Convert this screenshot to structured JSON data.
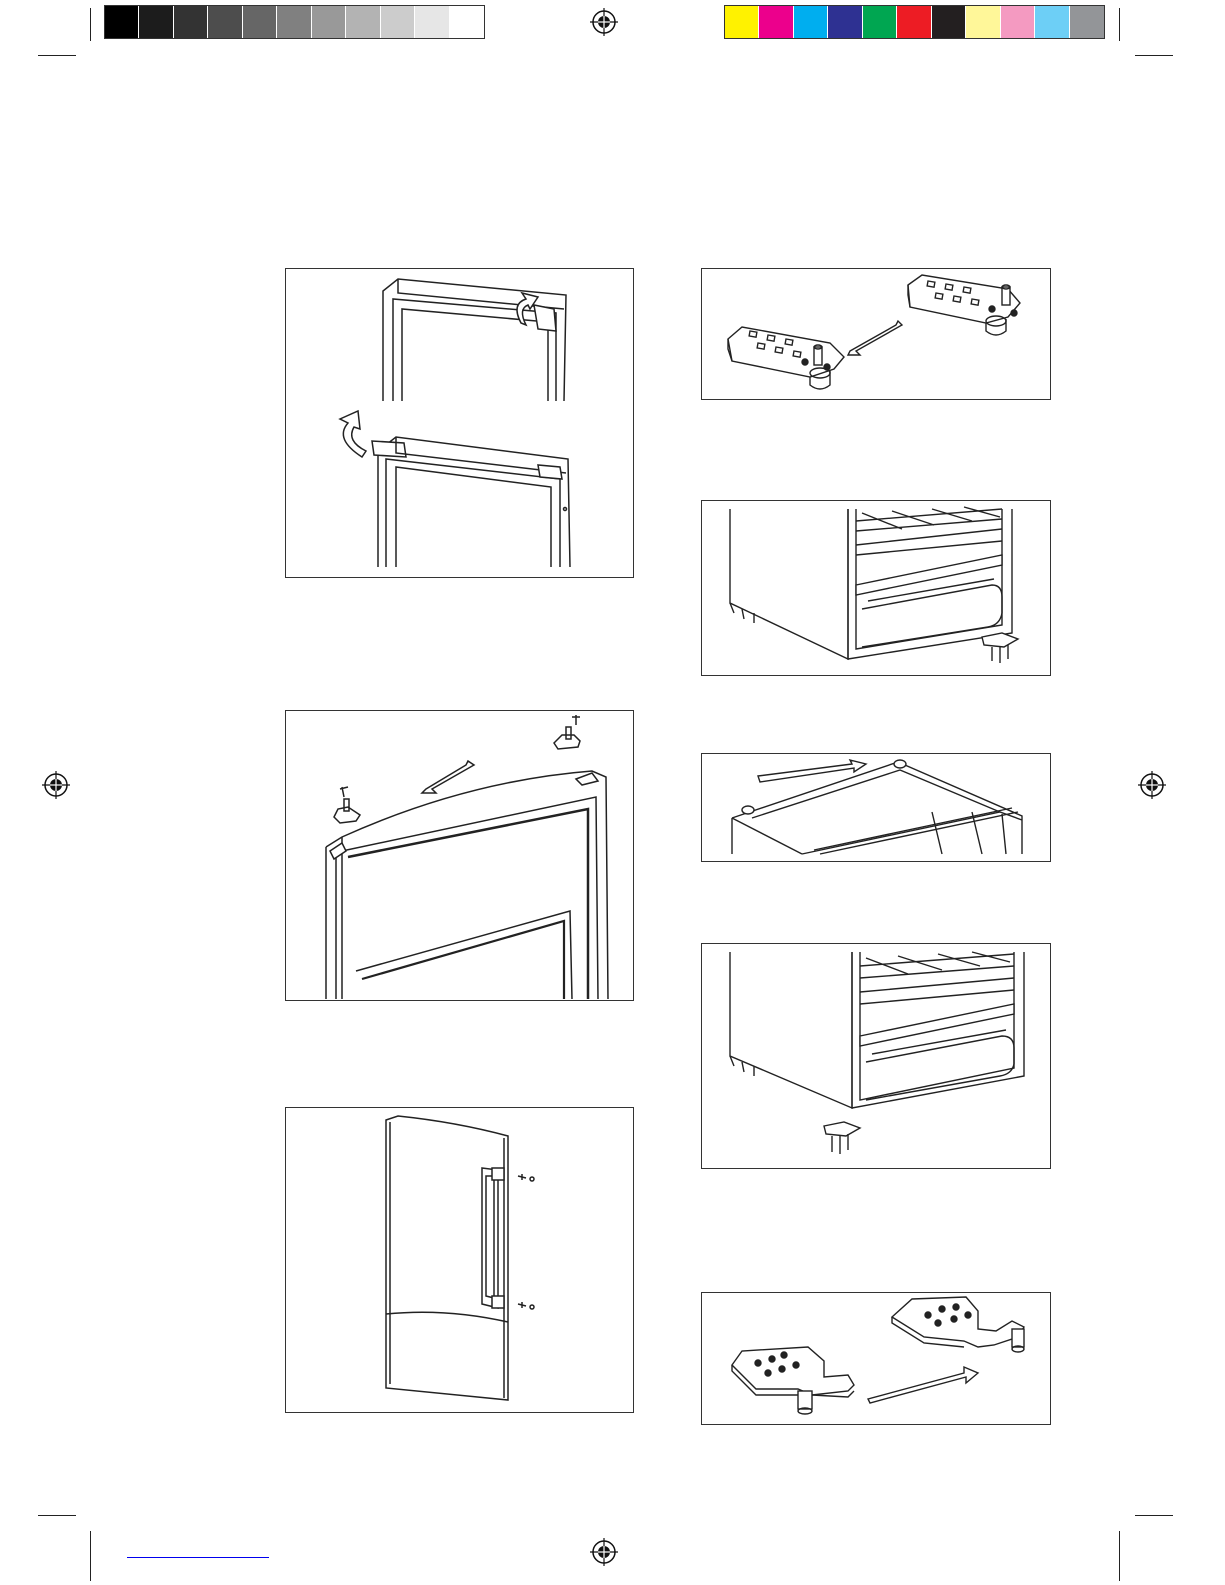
{
  "color_bars": {
    "grayscale": [
      "#000000",
      "#1c1c1c",
      "#333333",
      "#4d4d4d",
      "#666666",
      "#808080",
      "#999999",
      "#b3b3b3",
      "#cccccc",
      "#e6e6e6",
      "#ffffff"
    ],
    "process": [
      "#fff200",
      "#ec008c",
      "#00aeef",
      "#2e3192",
      "#00a651",
      "#ed1c24",
      "#231f20",
      "#fff799",
      "#f49ac1",
      "#6dcff6",
      "#939598"
    ]
  },
  "registration_marks": [
    "registration-mark-top",
    "registration-mark-left",
    "registration-mark-right",
    "registration-mark-bottom"
  ],
  "figures": [
    {
      "id": "door-top-cover-removal",
      "icon": "door-cover-arrows"
    },
    {
      "id": "hinge-pin-swap",
      "icon": "hinge-bracket"
    },
    {
      "id": "cabinet-lower-hinge",
      "icon": "cabinet-hinge"
    },
    {
      "id": "door-top-fittings",
      "icon": "door-bushing"
    },
    {
      "id": "cabinet-top-cover",
      "icon": "cabinet-top"
    },
    {
      "id": "cabinet-hinge-reinstall",
      "icon": "cabinet-hinge"
    },
    {
      "id": "door-handle-removal",
      "icon": "door-handle"
    },
    {
      "id": "bottom-hinge-swap",
      "icon": "hinge-plate"
    }
  ]
}
